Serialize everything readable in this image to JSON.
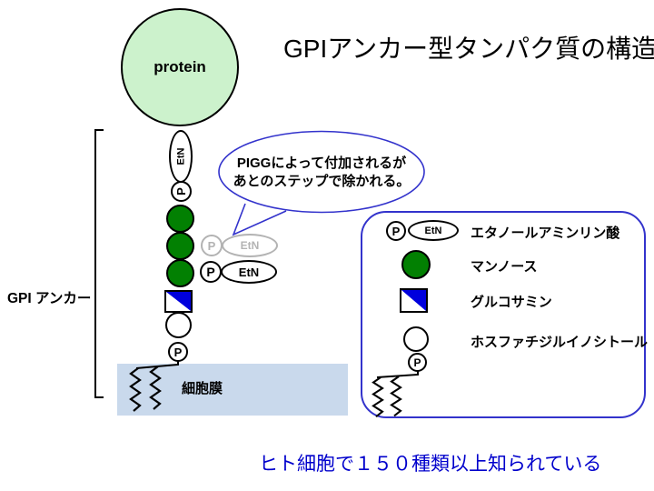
{
  "title": "GPIアンカー型タンパク質の構造",
  "colors": {
    "protein-fill": "#ccf2cc",
    "mannose-green": "#028002",
    "glucosamine-blue": "#0000dd",
    "membrane-blue": "#c9d9ec",
    "outline-blue": "#3333cc",
    "note-blue": "#0000cc",
    "inactive-gray": "#b3b3b3"
  },
  "diagram": {
    "protein_label": "protein",
    "anchor_label": "GPI アンカー",
    "membrane_label": "細胞膜",
    "etn_label": "EtN",
    "p_label": "P"
  },
  "speech_bubble": {
    "line1": "PIGGによって付加されるが",
    "line2": "あとのステップで除かれる。"
  },
  "legend": {
    "p_label": "P",
    "etn_label": "EtN",
    "items": [
      {
        "symbol": "phosphoethanolamine",
        "label": "エタノールアミンリン酸"
      },
      {
        "symbol": "mannose",
        "label": "マンノース"
      },
      {
        "symbol": "glucosamine",
        "label": "グルコサミン"
      },
      {
        "symbol": "phosphatidylinositol",
        "label": "ホスファチジルイノシトール"
      }
    ]
  },
  "footer_note": "ヒト細胞で１５０種類以上知られている"
}
